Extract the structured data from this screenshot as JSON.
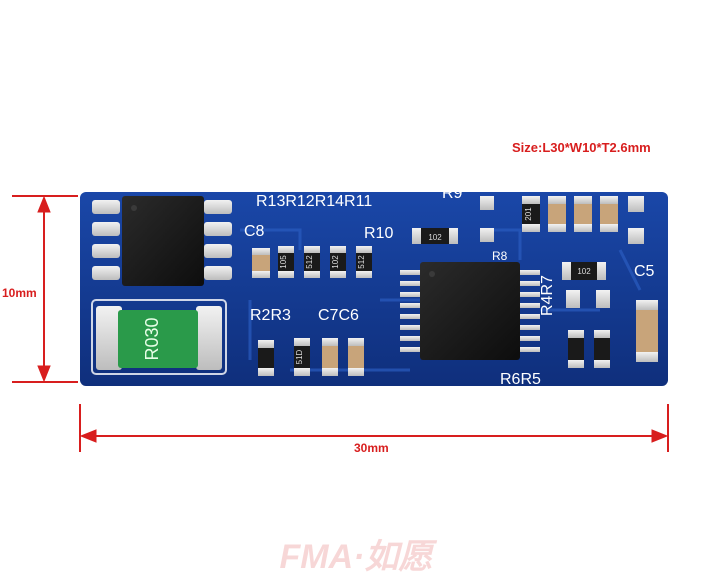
{
  "size_label": "Size:L30*W10*T2.6mm",
  "dim_height": "10mm",
  "dim_width": "30mm",
  "silkscreen": {
    "top_row": "R13R12R14R11",
    "r9": "R9",
    "c8": "C8",
    "r10": "R10",
    "r8": "R8",
    "r4r7": "R4R7",
    "c5": "C5",
    "r2r3": "R2R3",
    "c7c6": "C7C6",
    "r6r5": "R6R5"
  },
  "part_codes": {
    "shunt": "R030",
    "res_105": "105",
    "res_512a": "512",
    "res_102a": "102",
    "res_512b": "512",
    "res_102b": "102",
    "res_102c": "102",
    "res_201": "201",
    "res_51d": "51D"
  },
  "watermark": "FMA·如愿",
  "colors": {
    "board": "#14388f",
    "dimension": "#d81e1e",
    "shunt": "#2a9a4a",
    "pad": "#e4e4e4",
    "chip": "#1c1c1c"
  }
}
